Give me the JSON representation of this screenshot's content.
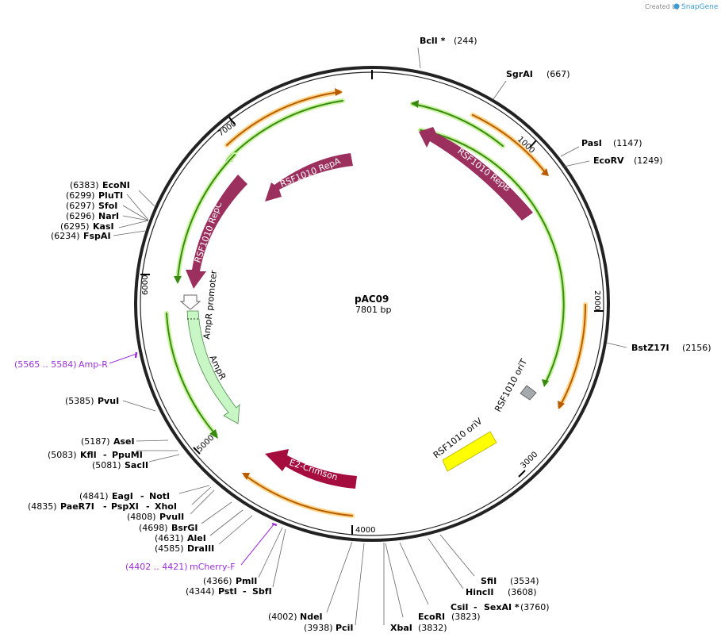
{
  "credit": {
    "text": "Created by",
    "brand": "SnapGene"
  },
  "plasmid": {
    "name": "pAC09",
    "length_label": "7801 bp",
    "length": 7801
  },
  "ruler_ticks": [
    {
      "pos": 1000,
      "label": "1000"
    },
    {
      "pos": 2000,
      "label": "2000"
    },
    {
      "pos": 3000,
      "label": "3000"
    },
    {
      "pos": 4000,
      "label": "4000"
    },
    {
      "pos": 5000,
      "label": "5000"
    },
    {
      "pos": 6000,
      "label": "6000"
    },
    {
      "pos": 7000,
      "label": "7000"
    }
  ],
  "sites": [
    {
      "name": "BclI *",
      "pos_label": "(244)"
    },
    {
      "name": "SgrAI",
      "pos_label": "(667)"
    },
    {
      "name": "PasI",
      "pos_label": "(1147)"
    },
    {
      "name": "EcoRV",
      "pos_label": "(1249)"
    },
    {
      "name": "BstZ17I",
      "pos_label": "(2156)"
    },
    {
      "name": "SfiI",
      "pos_label": "(3534)"
    },
    {
      "name": "HincII",
      "pos_label": "(3608)"
    },
    {
      "name": "CsiI",
      "pos_label": "(3760)",
      "partner": "SexAI *"
    },
    {
      "name": "EcoRI",
      "pos_label": "(3823)"
    },
    {
      "name": "XbaI",
      "pos_label": "(3832)"
    },
    {
      "name": "PciI",
      "pos_label": "(3938)"
    },
    {
      "name": "NdeI",
      "pos_label": "(4002)"
    },
    {
      "name": "PstI",
      "pos_label": "(4344)",
      "partner": "SbfI"
    },
    {
      "name": "PmlI",
      "pos_label": "(4366)"
    },
    {
      "name": "DraIII",
      "pos_label": "(4585)"
    },
    {
      "name": "AleI",
      "pos_label": "(4631)"
    },
    {
      "name": "BsrGI",
      "pos_label": "(4698)"
    },
    {
      "name": "PvuII",
      "pos_label": "(4808)"
    },
    {
      "name": "PaeR7I",
      "pos_label": "(4835)",
      "partner": "PspXI",
      "partner2": "XhoI"
    },
    {
      "name": "EagI",
      "pos_label": "(4841)",
      "partner": "NotI"
    },
    {
      "name": "SacII",
      "pos_label": "(5081)"
    },
    {
      "name": "KflI",
      "pos_label": "(5083)",
      "partner": "PpuMI"
    },
    {
      "name": "AseI",
      "pos_label": "(5187)"
    },
    {
      "name": "PvuI",
      "pos_label": "(5385)"
    },
    {
      "name": "FspAI",
      "pos_label": "(6234)"
    },
    {
      "name": "KasI",
      "pos_label": "(6295)"
    },
    {
      "name": "NarI",
      "pos_label": "(6296)"
    },
    {
      "name": "SfoI",
      "pos_label": "(6297)"
    },
    {
      "name": "PluTI",
      "pos_label": "(6299)"
    },
    {
      "name": "EcoNI",
      "pos_label": "(6383)"
    }
  ],
  "primers": [
    {
      "range": "(5565 .. 5584)",
      "name": "Amp-R"
    },
    {
      "range": "(4402 .. 4421)",
      "name": "mCherry-F"
    }
  ],
  "features": {
    "repA": "RSF1010 RepA",
    "repB": "RSF1010 RepB",
    "repC": "RSF1010 RepC",
    "ampr_promoter": "AmpR promoter",
    "ampr": "AmpR",
    "e2crimson": "E2-Crimson",
    "oriT": "RSF1010 oriT",
    "oriV": "RSF1010 oriV"
  },
  "colors": {
    "backbone": "#222222",
    "orf_green": "#3a8a12",
    "orf_glow": "#c9f5a0",
    "orf_orange": "#b85c00",
    "orf_orange_glow": "#ffd58a",
    "rep_protein": "#9b2f5e",
    "e2crimson": "#a50d3f",
    "ampr": "#c8f7c5",
    "oriV": "#ffff00",
    "oriT": "#a4a9ad",
    "primer": "#9b30d9"
  }
}
